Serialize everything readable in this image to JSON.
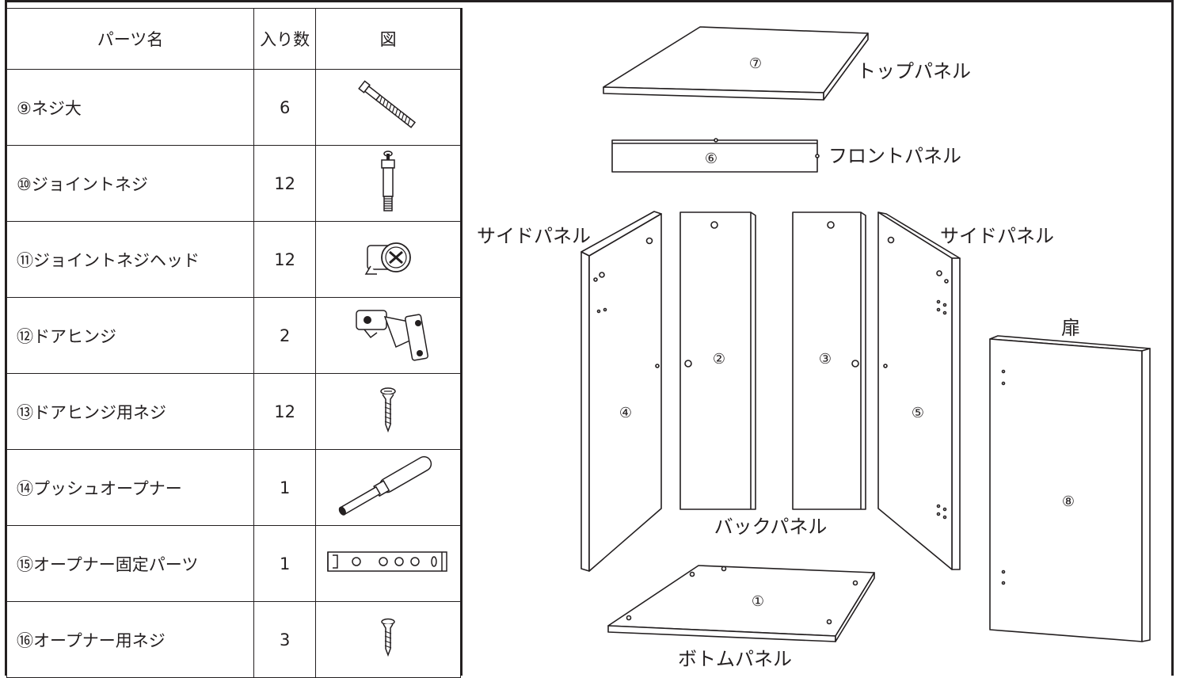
{
  "table": {
    "headers": {
      "name": "パーツ名",
      "qty": "入り数",
      "figure": "図"
    },
    "rows": [
      {
        "name": "⑨ネジ大",
        "qty": "6",
        "icon": "large-screw-icon"
      },
      {
        "name": "⑩ジョイントネジ",
        "qty": "12",
        "icon": "joint-screw-icon"
      },
      {
        "name": "⑪ジョイントネジヘッド",
        "qty": "12",
        "icon": "joint-screw-head-icon"
      },
      {
        "name": "⑫ドアヒンジ",
        "qty": "2",
        "icon": "door-hinge-icon"
      },
      {
        "name": "⑬ドアヒンジ用ネジ",
        "qty": "12",
        "icon": "hinge-screw-icon"
      },
      {
        "name": "⑭プッシュオープナー",
        "qty": "1",
        "icon": "push-opener-icon"
      },
      {
        "name": "⑮オープナー固定パーツ",
        "qty": "1",
        "icon": "opener-bracket-icon"
      },
      {
        "name": "⑯オープナー用ネジ",
        "qty": "3",
        "icon": "opener-screw-icon"
      }
    ]
  },
  "diagram": {
    "labels": {
      "top_panel": "トップパネル",
      "front_panel": "フロントパネル",
      "side_panel_left": "サイドパネル",
      "side_panel_right": "サイドパネル",
      "door": "扉",
      "back_panel": "バックパネル",
      "bottom_panel": "ボトムパネル"
    },
    "numbers": {
      "bottom": "①",
      "back_left": "②",
      "back_right": "③",
      "side_left": "④",
      "side_right": "⑤",
      "front": "⑥",
      "top": "⑦",
      "door": "⑧"
    }
  }
}
